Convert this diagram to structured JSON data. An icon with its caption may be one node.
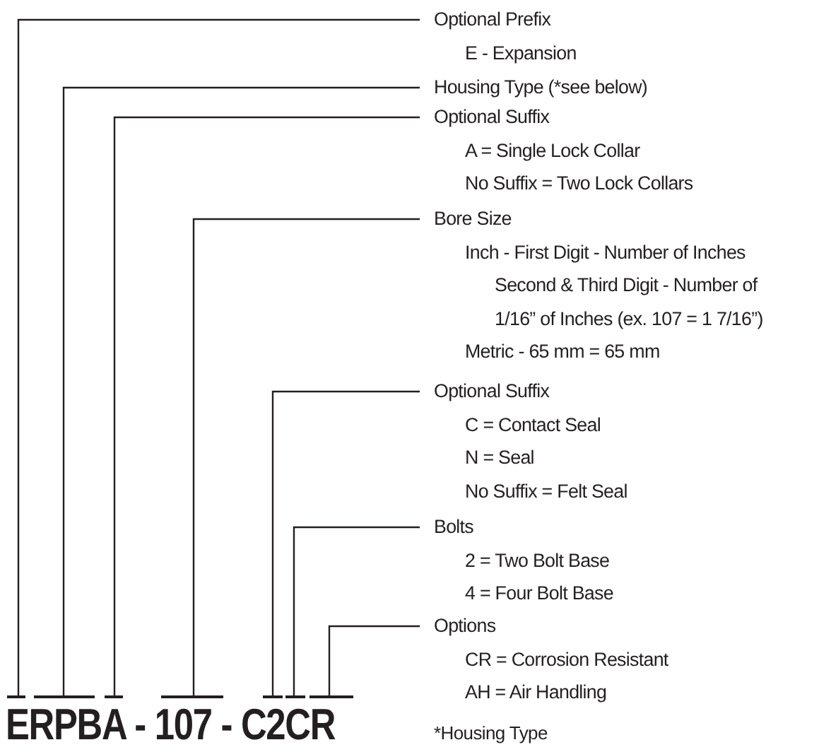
{
  "diagram": {
    "nodes": [
      {
        "text": [
          "Optional Prefix",
          "E - Expansion"
        ]
      },
      {
        "text": [
          "Housing Type (*see below)"
        ]
      },
      {
        "text": [
          "Optional Suffix",
          "A = Single Lock Collar",
          "No Suffix = Two Lock Collars"
        ]
      },
      {
        "text": [
          "Bore Size",
          "Inch - First Digit - Number of Inches",
          "Second & Third Digit - Number of 1/16” of Inches (ex. 107 = 1 7/16”)",
          "Metric - 65 mm = 65 mm"
        ]
      },
      {
        "text": [
          "Optional Suffix",
          "C = Contact Seal",
          "N = Seal",
          "No Suffix = Felt Seal"
        ]
      },
      {
        "text": [
          "Bolts",
          "2 = Two Bolt Base",
          "4 = Four Bolt Base"
        ]
      },
      {
        "text": [
          "Options",
          "CR = Corrosion Resistant",
          "AH = Air Handling"
        ]
      },
      {
        "text": [],
        "shape": "bar"
      },
      {
        "text": [],
        "shape": "bar"
      },
      {
        "text": [],
        "shape": "bar"
      },
      {
        "text": [],
        "shape": "bar"
      },
      {
        "text": [],
        "shape": "bar"
      },
      {
        "text": [],
        "shape": "bar"
      },
      {
        "text": [],
        "shape": "bar"
      }
    ],
    "edges": [
      {
        "from": 0,
        "to": 7,
        "arrow": "none"
      },
      {
        "from": 1,
        "to": 8,
        "arrow": "none"
      },
      {
        "from": 2,
        "to": 9,
        "arrow": "none"
      },
      {
        "from": 3,
        "to": 10,
        "arrow": "none"
      },
      {
        "from": 4,
        "to": 11,
        "arrow": "none"
      },
      {
        "from": 5,
        "to": 12,
        "arrow": "none"
      },
      {
        "from": 6,
        "to": 13,
        "arrow": "none"
      }
    ],
    "labels": [
      "ERPBA - 107 - C2CR",
      "*Housing Type"
    ]
  }
}
